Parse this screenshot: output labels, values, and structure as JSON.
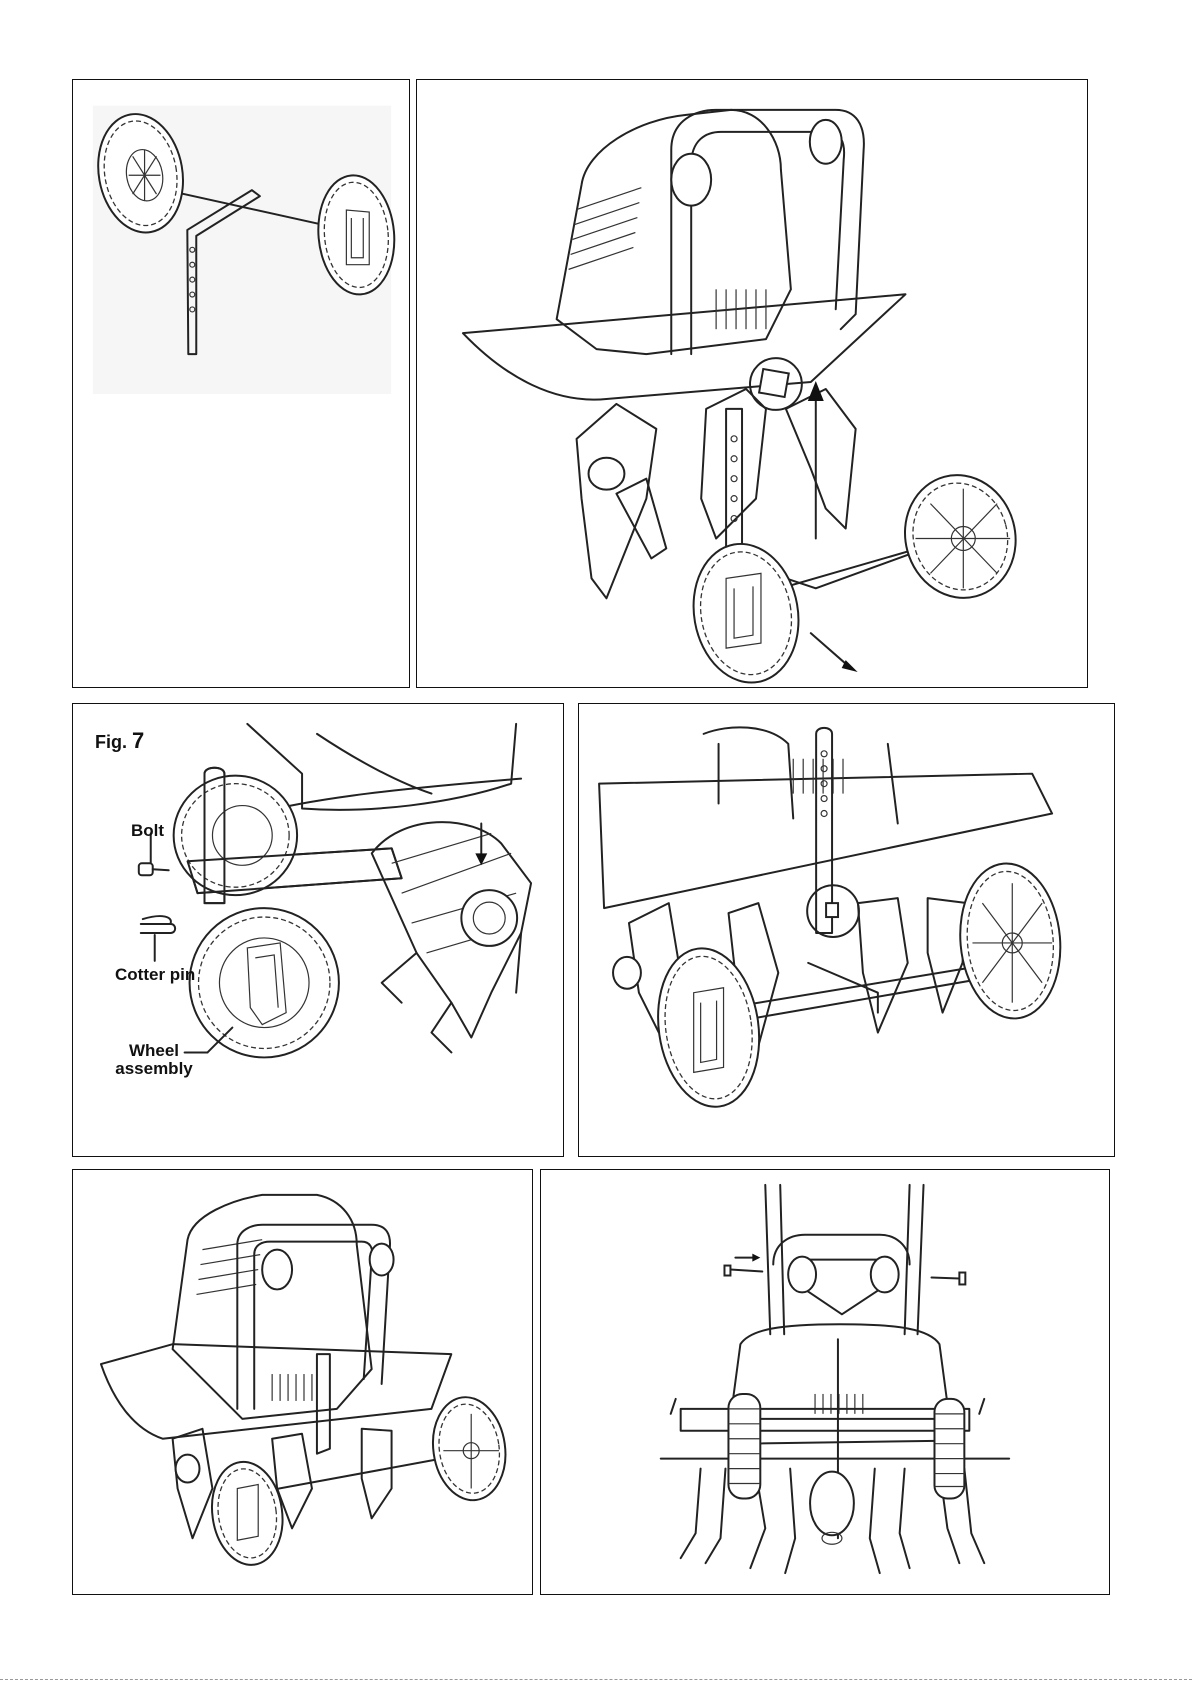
{
  "figure": {
    "label": "Fig.",
    "number": "7"
  },
  "labels": {
    "bolt": "Bolt",
    "cotter_pin": "Cotter pin",
    "wheel_assembly_line1": "Wheel",
    "wheel_assembly_line2": "assembly"
  },
  "colors": {
    "ink": "#111111",
    "paper": "#ffffff"
  }
}
